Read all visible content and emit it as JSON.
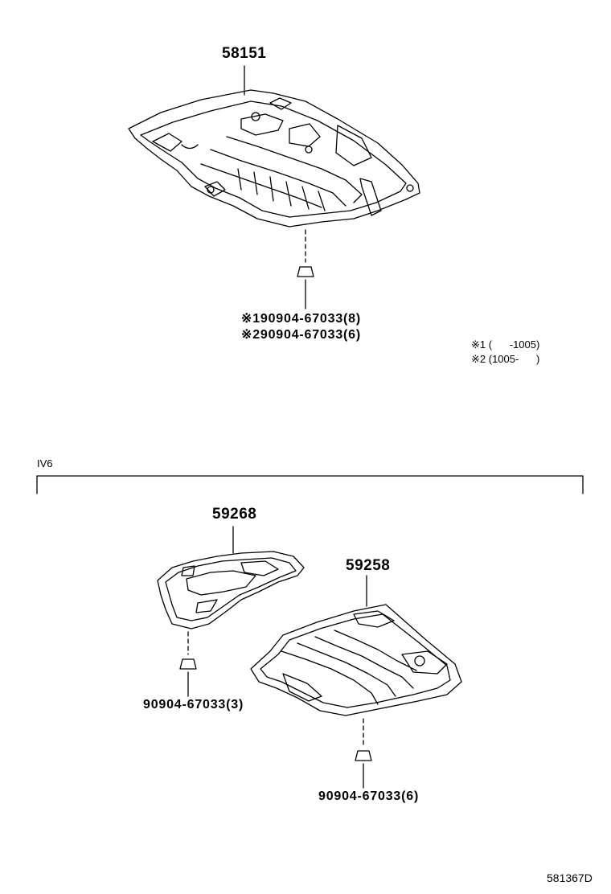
{
  "parts": {
    "cover_top": {
      "number": "58151"
    },
    "cover_mid_left": {
      "number": "59268"
    },
    "cover_mid_right": {
      "number": "59258"
    }
  },
  "fasteners": {
    "top_line1": {
      "mark": "※1",
      "number": "90904-67033(8)"
    },
    "top_line2": {
      "mark": "※2",
      "number": "90904-67033(6)"
    },
    "mid_left": {
      "number": "90904-67033(3)"
    },
    "mid_right": {
      "number": "90904-67033(6)"
    }
  },
  "notes": {
    "note1": "※1 (      -1005)",
    "note2": "※2 (1005-      )"
  },
  "group": {
    "label": "IV6"
  },
  "reference": "581367D"
}
